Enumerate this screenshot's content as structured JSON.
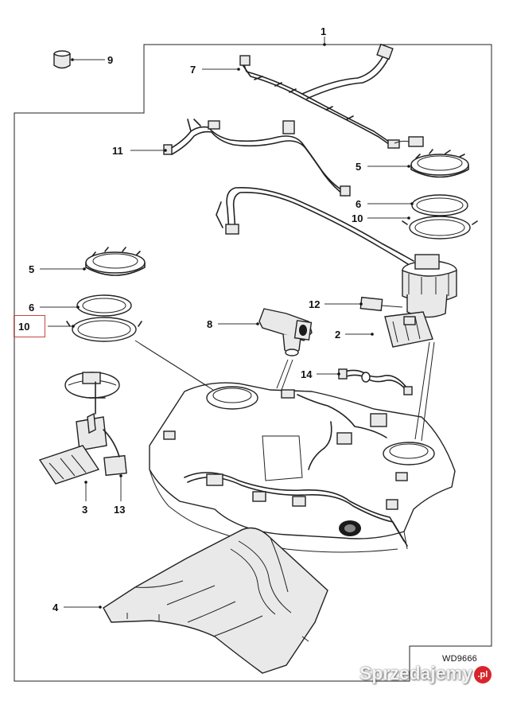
{
  "callouts": [
    {
      "id": "1",
      "label": "1"
    },
    {
      "id": "2",
      "label": "2"
    },
    {
      "id": "3",
      "label": "3"
    },
    {
      "id": "4",
      "label": "4"
    },
    {
      "id": "5a",
      "label": "5"
    },
    {
      "id": "5b",
      "label": "5"
    },
    {
      "id": "6a",
      "label": "6"
    },
    {
      "id": "6b",
      "label": "6"
    },
    {
      "id": "7",
      "label": "7"
    },
    {
      "id": "8",
      "label": "8"
    },
    {
      "id": "9",
      "label": "9"
    },
    {
      "id": "10a",
      "label": "10"
    },
    {
      "id": "10b",
      "label": "10"
    },
    {
      "id": "11",
      "label": "11"
    },
    {
      "id": "12",
      "label": "12"
    },
    {
      "id": "13",
      "label": "13"
    },
    {
      "id": "14",
      "label": "14"
    }
  ],
  "drawing_code": "WD9666",
  "watermark": {
    "text": "Sprzedajemy",
    "tld": ".pl"
  },
  "colors": {
    "line": "#222222",
    "highlight_box": "#c84545",
    "watermark_badge": "#d7262b"
  }
}
